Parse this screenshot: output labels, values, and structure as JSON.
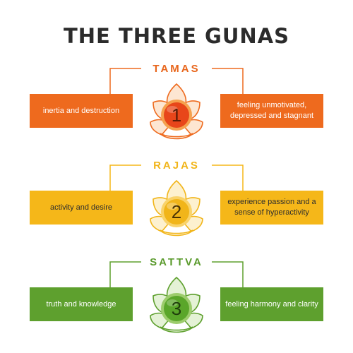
{
  "title": "THE THREE GUNAS",
  "gunas": [
    {
      "name": "TAMAS",
      "number": "1",
      "left_text": "inertia and destruction",
      "right_text": "feeling unmotivated, depressed and stagnant",
      "color": "#ee6a1e",
      "petal_color": "#f5a14e",
      "center_color": "#e8461a"
    },
    {
      "name": "RAJAS",
      "number": "2",
      "left_text": "activity and desire",
      "right_text": "experience passion and a sense of hyperactivity",
      "color": "#f5b719",
      "petal_color": "#f9d36a",
      "center_color": "#f1b51a"
    },
    {
      "name": "SATTVA",
      "number": "3",
      "left_text": "truth and knowledge",
      "right_text": "feeling harmony and clarity",
      "color": "#5ea02e",
      "petal_color": "#9ccc6c",
      "center_color": "#5aa62a"
    }
  ]
}
